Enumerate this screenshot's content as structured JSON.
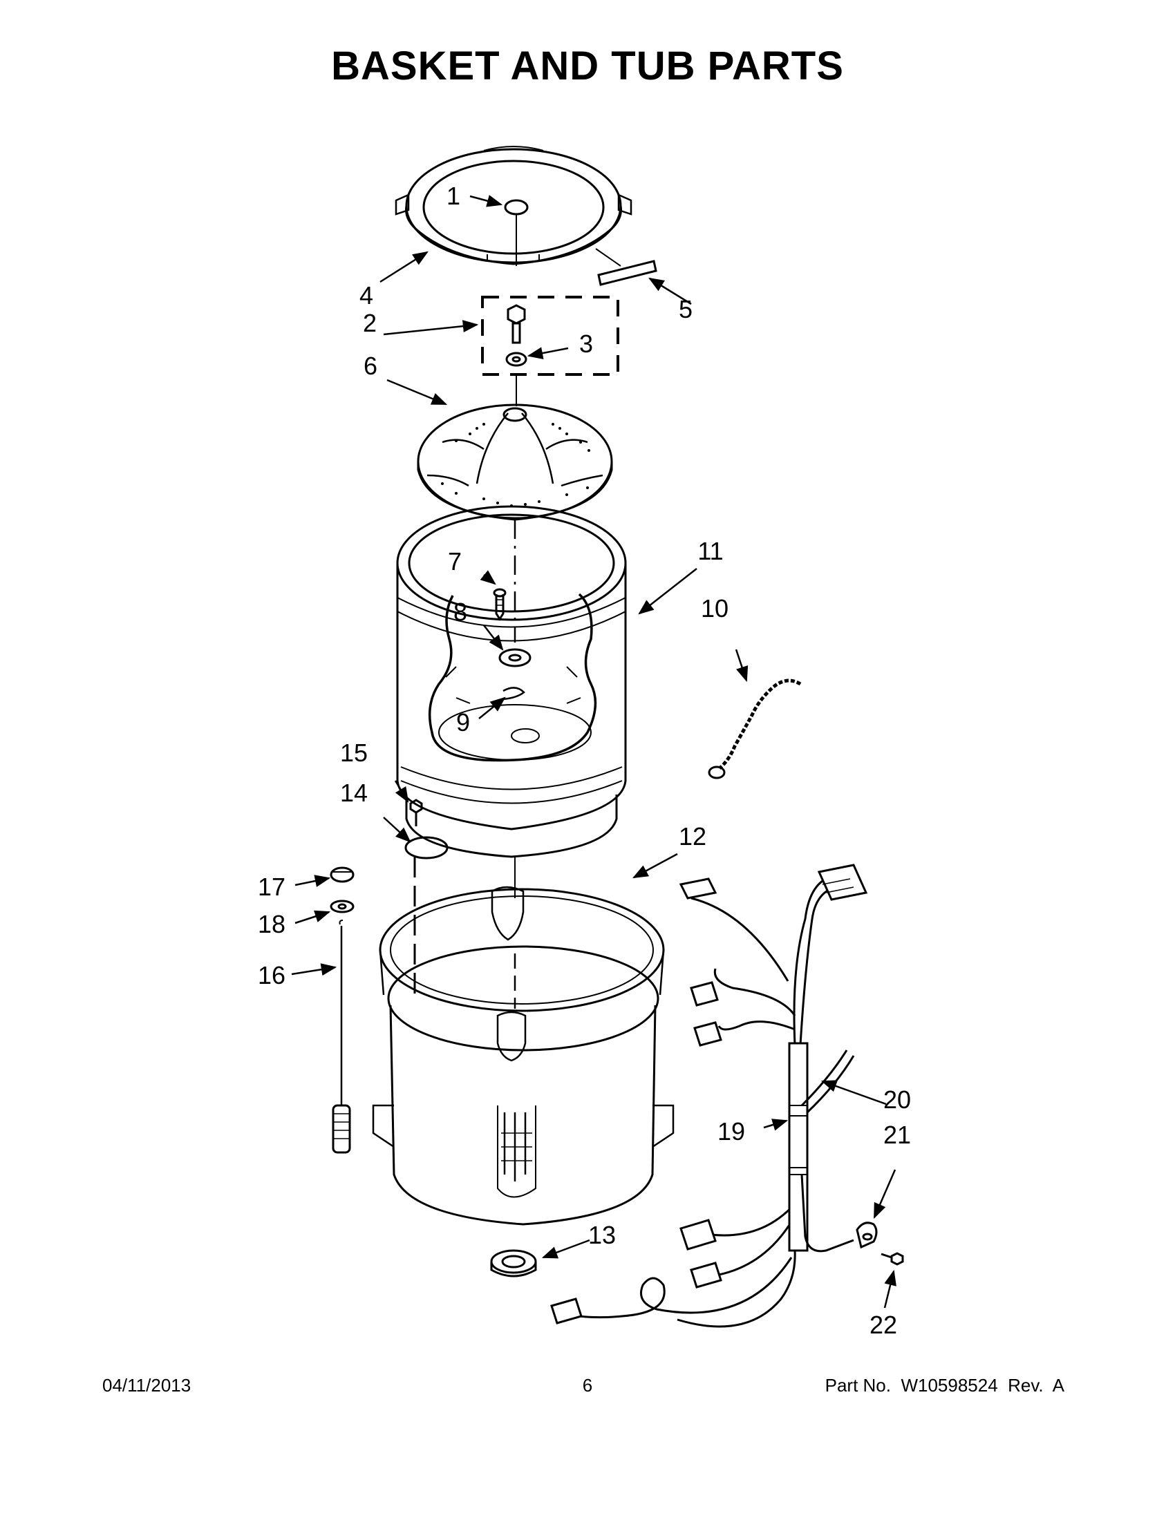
{
  "title": "BASKET AND TUB PARTS",
  "callouts": {
    "c1": "1",
    "c2": "2",
    "c3": "3",
    "c4": "4",
    "c5": "5",
    "c6": "6",
    "c7": "7",
    "c8": "8",
    "c9": "9",
    "c10": "10",
    "c11": "11",
    "c12": "12",
    "c13": "13",
    "c14": "14",
    "c15": "15",
    "c16": "16",
    "c17": "17",
    "c18": "18",
    "c19": "19",
    "c20": "20",
    "c21": "21",
    "c22": "22"
  },
  "footer": {
    "date": "04/11/2013",
    "page": "6",
    "part": "Part No.  W10598524  Rev.  A"
  },
  "colors": {
    "line": "#000000",
    "fill": "#ffffff"
  }
}
